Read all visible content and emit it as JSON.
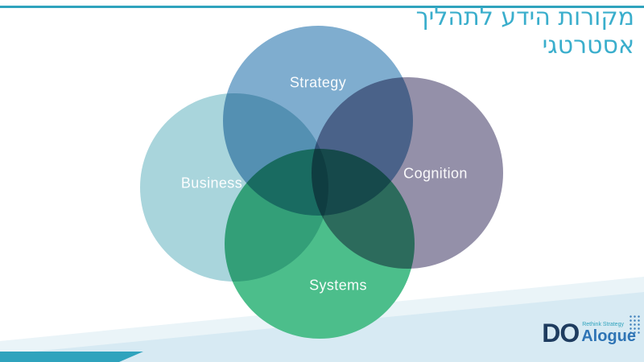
{
  "title": {
    "line1": "מקורות הידע לתהליך",
    "line2": "אסטרטגי"
  },
  "venn": {
    "circles": [
      {
        "id": "strategy",
        "label": "Strategy",
        "color": "#7FADCF"
      },
      {
        "id": "business",
        "label": "Business",
        "color": "#A9D5DC"
      },
      {
        "id": "cognition",
        "label": "Cognition",
        "color": "#9490A9"
      },
      {
        "id": "systems",
        "label": "Systems",
        "color": "#4CBE8B"
      }
    ]
  },
  "logo": {
    "do": "DO",
    "alogue": "Alogue",
    "tagline": "Rethink Strategy"
  },
  "colors": {
    "accent_teal": "#2FA3BD",
    "title_teal": "#3AAECC",
    "band_light": "#EAF4F8",
    "band_mid": "#D7EAF3"
  }
}
